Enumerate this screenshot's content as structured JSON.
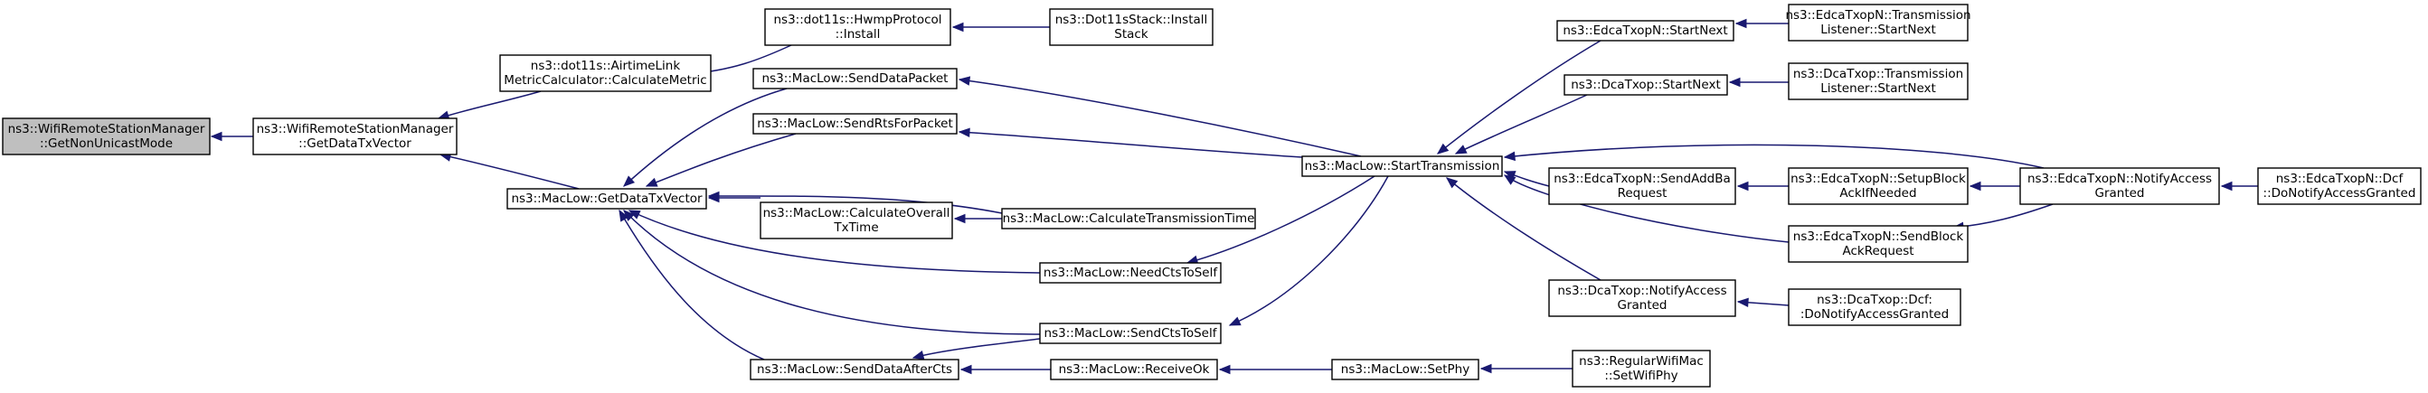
{
  "nodes": [
    {
      "id": "root",
      "lines": [
        "ns3::WifiRemoteStationManager",
        "::GetNonUnicastMode"
      ],
      "root": true
    },
    {
      "id": "wrsm_getdata",
      "lines": [
        "ns3::WifiRemoteStationManager",
        "::GetDataTxVector"
      ]
    },
    {
      "id": "airtime",
      "lines": [
        "ns3::dot11s::AirtimeLink",
        "MetricCalculator::CalculateMetric"
      ]
    },
    {
      "id": "hwmp",
      "lines": [
        "ns3::dot11s::HwmpProtocol",
        "::Install"
      ]
    },
    {
      "id": "dot11s_stack",
      "lines": [
        "ns3::Dot11sStack::Install",
        "Stack"
      ]
    },
    {
      "id": "maclow_getdata",
      "lines": [
        "ns3::MacLow::GetDataTxVector"
      ]
    },
    {
      "id": "senddatapacket",
      "lines": [
        "ns3::MacLow::SendDataPacket"
      ]
    },
    {
      "id": "sendrts",
      "lines": [
        "ns3::MacLow::SendRtsForPacket"
      ]
    },
    {
      "id": "calcoverall",
      "lines": [
        "ns3::MacLow::CalculateOverall",
        "TxTime"
      ]
    },
    {
      "id": "calctrans",
      "lines": [
        "ns3::MacLow::CalculateTransmissionTime"
      ]
    },
    {
      "id": "needcts",
      "lines": [
        "ns3::MacLow::NeedCtsToSelf"
      ]
    },
    {
      "id": "sendcts",
      "lines": [
        "ns3::MacLow::SendCtsToSelf"
      ]
    },
    {
      "id": "senddataaftercts",
      "lines": [
        "ns3::MacLow::SendDataAfterCts"
      ]
    },
    {
      "id": "receiveok",
      "lines": [
        "ns3::MacLow::ReceiveOk"
      ]
    },
    {
      "id": "setphy",
      "lines": [
        "ns3::MacLow::SetPhy"
      ]
    },
    {
      "id": "regularwifimac",
      "lines": [
        "ns3::RegularWifiMac",
        "::SetWifiPhy"
      ]
    },
    {
      "id": "starttx",
      "lines": [
        "ns3::MacLow::StartTransmission"
      ]
    },
    {
      "id": "edca_startnext",
      "lines": [
        "ns3::EdcaTxopN::StartNext"
      ]
    },
    {
      "id": "edca_tl_startnext",
      "lines": [
        "ns3::EdcaTxopN::Transmission",
        "Listener::StartNext"
      ]
    },
    {
      "id": "dca_startnext",
      "lines": [
        "ns3::DcaTxop::StartNext"
      ]
    },
    {
      "id": "dca_tl_startnext",
      "lines": [
        "ns3::DcaTxop::Transmission",
        "Listener::StartNext"
      ]
    },
    {
      "id": "edca_sendaddba",
      "lines": [
        "ns3::EdcaTxopN::SendAddBa",
        "Request"
      ]
    },
    {
      "id": "edca_setupblock",
      "lines": [
        "ns3::EdcaTxopN::SetupBlock",
        "AckIfNeeded"
      ]
    },
    {
      "id": "edca_notify",
      "lines": [
        "ns3::EdcaTxopN::NotifyAccess",
        "Granted"
      ]
    },
    {
      "id": "edca_dcf_notify",
      "lines": [
        "ns3::EdcaTxopN::Dcf",
        "::DoNotifyAccessGranted"
      ]
    },
    {
      "id": "edca_sendblockack",
      "lines": [
        "ns3::EdcaTxopN::SendBlock",
        "AckRequest"
      ]
    },
    {
      "id": "dca_notify",
      "lines": [
        "ns3::DcaTxop::NotifyAccess",
        "Granted"
      ]
    },
    {
      "id": "dca_dcf_notify",
      "lines": [
        "ns3::DcaTxop::Dcf:",
        ":DoNotifyAccessGranted"
      ]
    }
  ],
  "edges": [
    {
      "from": "wrsm_getdata",
      "to": "root"
    },
    {
      "from": "airtime",
      "to": "wrsm_getdata"
    },
    {
      "from": "maclow_getdata",
      "to": "wrsm_getdata"
    },
    {
      "from": "hwmp",
      "to": "airtime"
    },
    {
      "from": "dot11s_stack",
      "to": "hwmp"
    },
    {
      "from": "senddatapacket",
      "to": "maclow_getdata"
    },
    {
      "from": "sendrts",
      "to": "maclow_getdata"
    },
    {
      "from": "calcoverall",
      "to": "maclow_getdata"
    },
    {
      "from": "calctrans",
      "to": "maclow_getdata"
    },
    {
      "from": "needcts",
      "to": "maclow_getdata"
    },
    {
      "from": "sendcts",
      "to": "maclow_getdata"
    },
    {
      "from": "senddataaftercts",
      "to": "maclow_getdata"
    },
    {
      "from": "calctrans",
      "to": "calcoverall"
    },
    {
      "from": "sendcts",
      "to": "senddataaftercts"
    },
    {
      "from": "receiveok",
      "to": "senddataaftercts"
    },
    {
      "from": "setphy",
      "to": "receiveok"
    },
    {
      "from": "regularwifimac",
      "to": "setphy"
    },
    {
      "from": "starttx",
      "to": "senddatapacket"
    },
    {
      "from": "starttx",
      "to": "sendrts"
    },
    {
      "from": "starttx",
      "to": "needcts"
    },
    {
      "from": "starttx",
      "to": "sendcts"
    },
    {
      "from": "edca_startnext",
      "to": "starttx"
    },
    {
      "from": "dca_startnext",
      "to": "starttx"
    },
    {
      "from": "edca_sendaddba",
      "to": "starttx"
    },
    {
      "from": "edca_notify",
      "to": "starttx"
    },
    {
      "from": "edca_sendblockack",
      "to": "starttx"
    },
    {
      "from": "dca_notify",
      "to": "starttx"
    },
    {
      "from": "edca_tl_startnext",
      "to": "edca_startnext"
    },
    {
      "from": "dca_tl_startnext",
      "to": "dca_startnext"
    },
    {
      "from": "edca_setupblock",
      "to": "edca_sendaddba"
    },
    {
      "from": "edca_notify",
      "to": "edca_setupblock"
    },
    {
      "from": "edca_notify",
      "to": "edca_sendblockack"
    },
    {
      "from": "edca_dcf_notify",
      "to": "edca_notify"
    },
    {
      "from": "dca_dcf_notify",
      "to": "dca_notify"
    }
  ]
}
